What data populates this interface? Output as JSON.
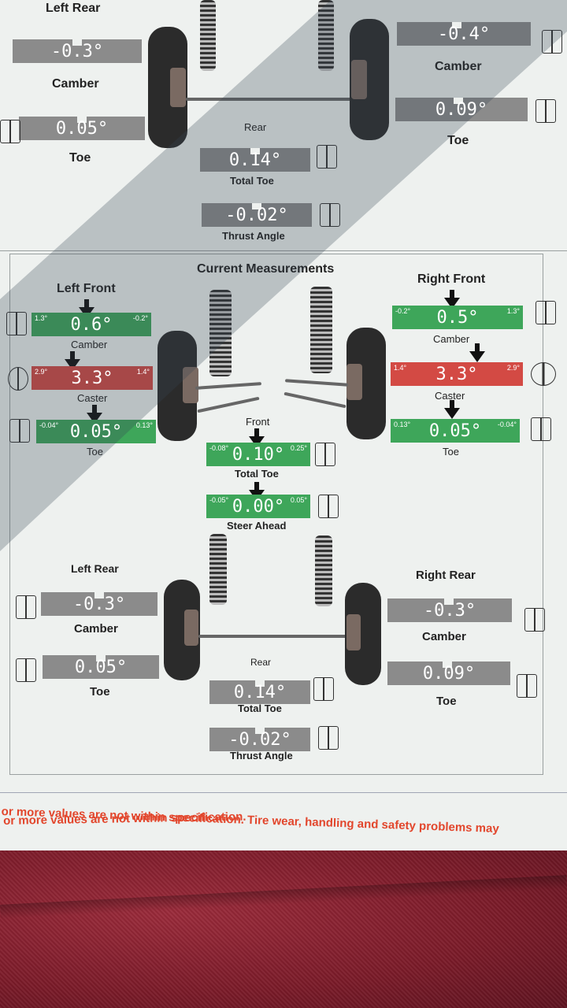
{
  "top_section": {
    "left_rear_title": "Left Rear",
    "left_camber": "-0.3°",
    "left_camber_label": "Camber",
    "left_toe": "0.05°",
    "left_toe_label": "Toe",
    "right_camber": "-0.4°",
    "right_camber_label": "Camber",
    "right_toe": "0.09°",
    "right_toe_label": "Toe",
    "rear_label": "Rear",
    "total_toe": "0.14°",
    "total_toe_label": "Total Toe",
    "thrust": "-0.02°",
    "thrust_label": "Thrust Angle"
  },
  "current": {
    "title": "Current Measurements",
    "left_front": {
      "title": "Left Front",
      "camber": {
        "value": "0.6°",
        "min": "1.3°",
        "max": "-0.2°",
        "label": "Camber",
        "status": "green"
      },
      "caster": {
        "value": "3.3°",
        "min": "2.9°",
        "max": "1.4°",
        "label": "Caster",
        "status": "red"
      },
      "toe": {
        "value": "0.05°",
        "min": "-0.04°",
        "max": "0.13°",
        "label": "Toe",
        "status": "green"
      }
    },
    "right_front": {
      "title": "Right Front",
      "camber": {
        "value": "0.5°",
        "min": "-0.2°",
        "max": "1.3°",
        "label": "Camber",
        "status": "green"
      },
      "caster": {
        "value": "3.3°",
        "min": "1.4°",
        "max": "2.9°",
        "label": "Caster",
        "status": "red"
      },
      "toe": {
        "value": "0.05°",
        "min": "0.13°",
        "max": "-0.04°",
        "label": "Toe",
        "status": "green"
      }
    },
    "front_label": "Front",
    "total_toe": {
      "value": "0.10°",
      "min": "-0.08°",
      "max": "0.25°",
      "label": "Total Toe"
    },
    "steer_ahead": {
      "value": "0.00°",
      "min": "-0.05°",
      "max": "0.05°",
      "label": "Steer Ahead"
    },
    "left_rear": {
      "title": "Left Rear",
      "camber": {
        "value": "-0.3°",
        "label": "Camber"
      },
      "toe": {
        "value": "0.05°",
        "label": "Toe"
      }
    },
    "right_rear": {
      "title": "Right Rear",
      "camber": {
        "value": "-0.3°",
        "label": "Camber"
      },
      "toe": {
        "value": "0.09°",
        "label": "Toe"
      }
    },
    "rear_label": "Rear",
    "rear_total_toe": {
      "value": "0.14°",
      "label": "Total Toe"
    },
    "thrust": {
      "value": "-0.02°",
      "label": "Thrust Angle"
    }
  },
  "warning": {
    "line1": "or more values are not within specification.  Tire wear, handling and safety problems may",
    "line2": "or more values are not within specification."
  },
  "colors": {
    "in_spec": "#3ea65a",
    "out_spec": "#d34a44",
    "neutral": "#8b8b8b",
    "warning_text": "#e2462c"
  }
}
